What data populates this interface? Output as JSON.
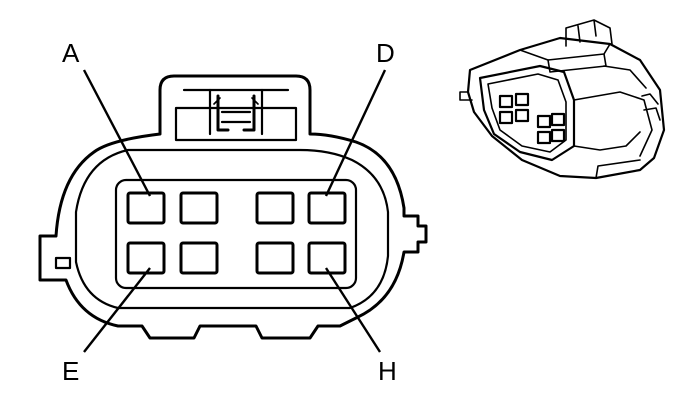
{
  "pin_labels": {
    "a": "A",
    "d": "D",
    "e": "E",
    "h": "H"
  },
  "colors": {
    "line": "#000000",
    "background": "#ffffff"
  }
}
